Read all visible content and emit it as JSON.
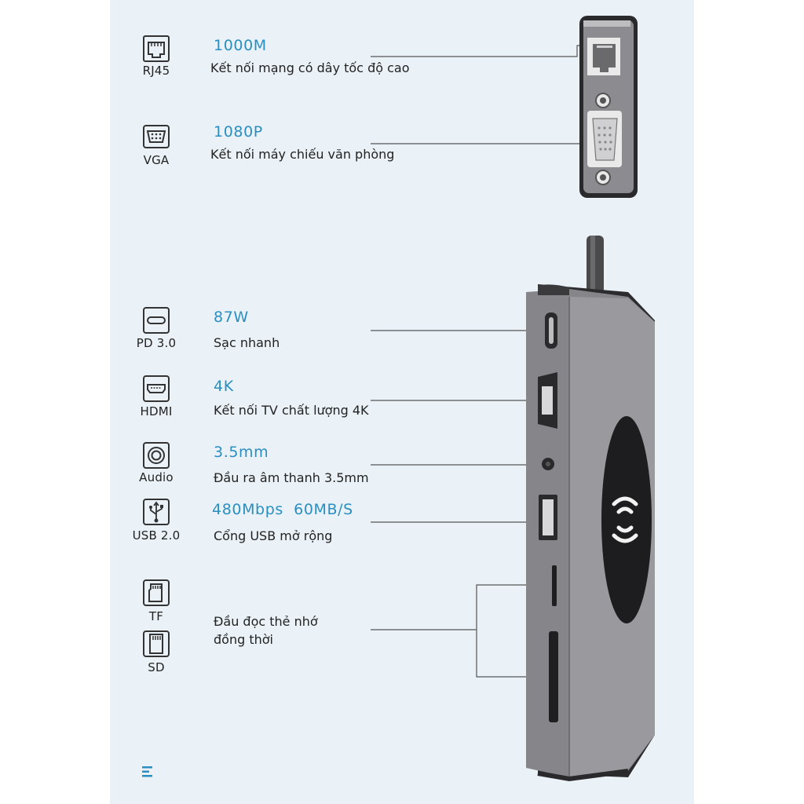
{
  "features": [
    {
      "id": "rj45",
      "icon": "ethernet-port-icon",
      "tag": "RJ45",
      "title": "1000M",
      "desc": "Kết nối mạng có dây tốc độ cao"
    },
    {
      "id": "vga",
      "icon": "vga-port-icon",
      "tag": "VGA",
      "title": "1080P",
      "desc": "Kết nối máy chiếu văn phòng"
    },
    {
      "id": "pd",
      "icon": "usb-c-port-icon",
      "tag": "PD 3.0",
      "title": "87W",
      "desc": "Sạc nhanh"
    },
    {
      "id": "hdmi",
      "icon": "hdmi-port-icon",
      "tag": "HDMI",
      "title": "4K",
      "desc": "Kết nối TV chất lượng 4K"
    },
    {
      "id": "audio",
      "icon": "audio-jack-icon",
      "tag": "Audio",
      "title": "3.5mm",
      "desc": "Đầu ra âm thanh 3.5mm"
    },
    {
      "id": "usb",
      "icon": "usb-icon",
      "tag": "USB 2.0",
      "title": "480Mbps  60MB/S",
      "desc": "Cổng USB mở rộng"
    },
    {
      "id": "tf",
      "icon": "tf-card-icon",
      "tag": "TF",
      "title": "",
      "desc": ""
    },
    {
      "id": "sd",
      "icon": "sd-card-icon",
      "tag": "SD",
      "title": "",
      "desc": ""
    }
  ],
  "card_reader": {
    "desc_line1": "Đầu đọc thẻ nhớ",
    "desc_line2": "đồng thời"
  },
  "logo": {
    "icon": "brand-logo-icon",
    "color": "#2a8fc0"
  },
  "colors": {
    "panel_bg": "#eaf2f8",
    "accent": "#2a8fc0",
    "device": "#8e8e91",
    "device_dark": "#2e2e30"
  }
}
